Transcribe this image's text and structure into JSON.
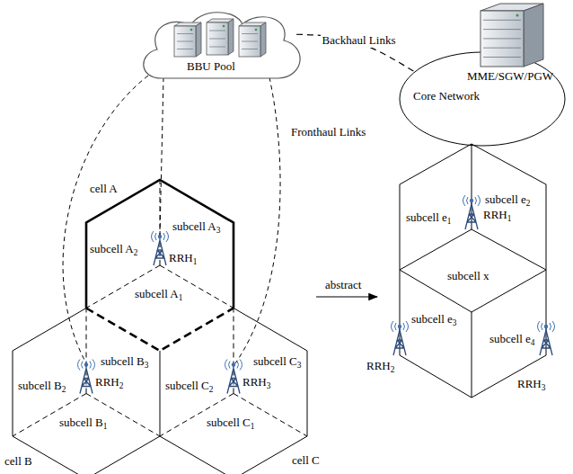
{
  "diagram": {
    "nodes": [
      {
        "text": [
          "BBU Pool"
        ]
      },
      {
        "text": [
          "MME/SGW/PGW",
          "Core Network"
        ]
      }
    ],
    "edges": [
      {
        "from": 0,
        "to": 1,
        "arrow": "none",
        "label": "Backhaul Links"
      }
    ],
    "labels": [
      "cell A",
      "subcell A2",
      "subcell A3",
      "RRH1",
      "subcell A1",
      "subcell B2",
      "subcell B3",
      "RRH2",
      "subcell B1",
      "cell B",
      "subcell C2",
      "subcell C3",
      "RRH3",
      "subcell C1",
      "cell C",
      "Fronthaul Links",
      "abstract",
      "subcell e1",
      "subcell e2",
      "RRH1",
      "subcell x",
      "subcell e3",
      "RRH2",
      "subcell e4",
      "RRH3"
    ]
  }
}
